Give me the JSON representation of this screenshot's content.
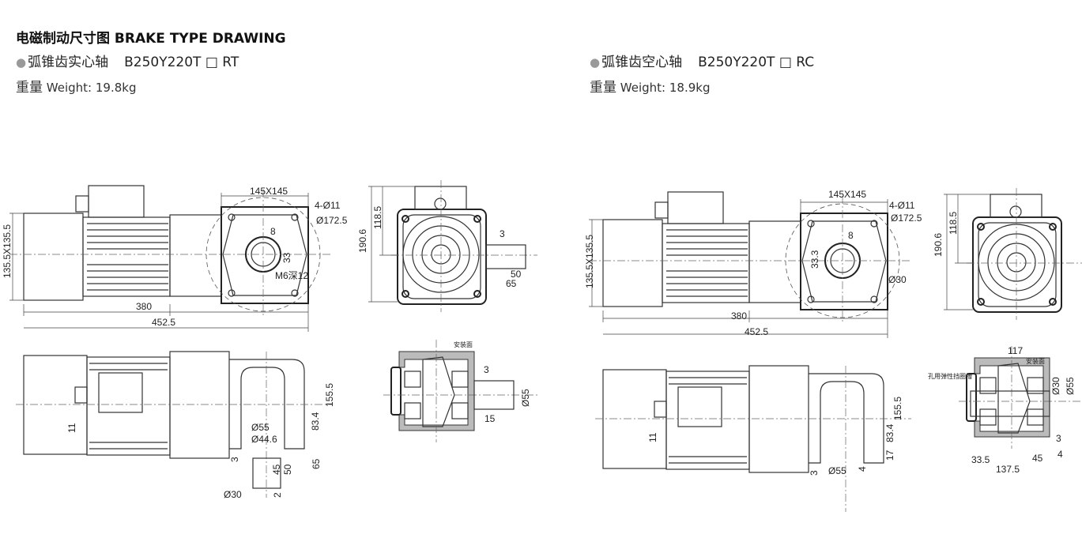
{
  "header": {
    "title": "电磁制动尺寸图 BRAKE TYPE DRAWING"
  },
  "products": [
    {
      "bullet_icon": "filled-circle",
      "type_cn": "弧锥齿实心轴",
      "model": "B250Y220T □ RT",
      "weight_cn": "重量",
      "weight": "Weight: 19.8kg",
      "dims": {
        "top_height": "135.5X135.5",
        "len_380": "380",
        "len_total": "452.5",
        "flange": "145X145",
        "holes": "4-Ø11",
        "pcd": "Ø172.5",
        "key": "8",
        "key_h": "33",
        "thread": "M6深12",
        "end_h": "190.6",
        "end_center": "118.5",
        "end_3": "3",
        "end_50": "50",
        "end_65": "65",
        "side_11": "11",
        "side_155": "155.5",
        "side_83": "83.4",
        "side_d55": "Ø55",
        "side_d44": "Ø44.6",
        "side_3": "3",
        "side_45": "45",
        "side_50": "50",
        "side_65": "65",
        "side_d30": "Ø30",
        "side_2": "2",
        "sec_mount": "安装面",
        "sec_3": "3",
        "sec_15": "15",
        "sec_d55": "Ø55"
      }
    },
    {
      "bullet_icon": "filled-circle",
      "type_cn": "弧锥齿空心轴",
      "model": "B250Y220T □ RC",
      "weight_cn": "重量",
      "weight": "Weight: 18.9kg",
      "dims": {
        "top_height": "135.5X135.5",
        "len_380": "380",
        "len_total": "452.5",
        "flange": "145X145",
        "holes": "4-Ø11",
        "pcd": "Ø172.5",
        "key": "8",
        "key_h": "33.3",
        "bore": "Ø30",
        "end_h": "190.6",
        "end_center": "118.5",
        "side_11": "11",
        "side_155": "155.5",
        "side_83": "83.4",
        "side_17": "17",
        "side_3": "3",
        "side_d55": "Ø55",
        "side_4": "4",
        "sec_117": "117",
        "sec_mount": "安装面",
        "sec_circlip": "孔用弹性挡圈槽",
        "sec_d30": "Ø30",
        "sec_d55": "Ø55",
        "sec_3": "3",
        "sec_4": "4",
        "sec_45": "45",
        "sec_33": "33.5",
        "sec_137": "137.5"
      }
    }
  ]
}
